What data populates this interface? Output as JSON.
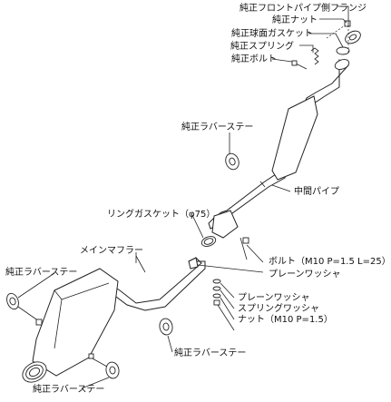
{
  "labels": {
    "front_pipe_flange": "純正フロントパイプ側フランジ",
    "nut_top": "純正ナット",
    "spherical_gasket": "純正球面ガスケット",
    "spring": "純正スプリング",
    "bolt_top": "純正ボルト",
    "rubber_stay_upper": "純正ラバーステー",
    "center_pipe": "中間パイプ",
    "ring_gasket": "リングガスケット（φ75）",
    "main_muffler": "メインマフラー",
    "rubber_stay_left": "純正ラバーステー",
    "bolt_spec": "ボルト（M10 P=1.5 L=25）",
    "plain_washer_1": "プレーンワッシャ",
    "plain_washer_2": "プレーンワッシャ",
    "spring_washer": "スプリングワッシャ",
    "nut_spec": "ナット（M10 P=1.5）",
    "rubber_stay_center": "純正ラバーステー",
    "rubber_stay_bottom": "純正ラバーステー"
  }
}
